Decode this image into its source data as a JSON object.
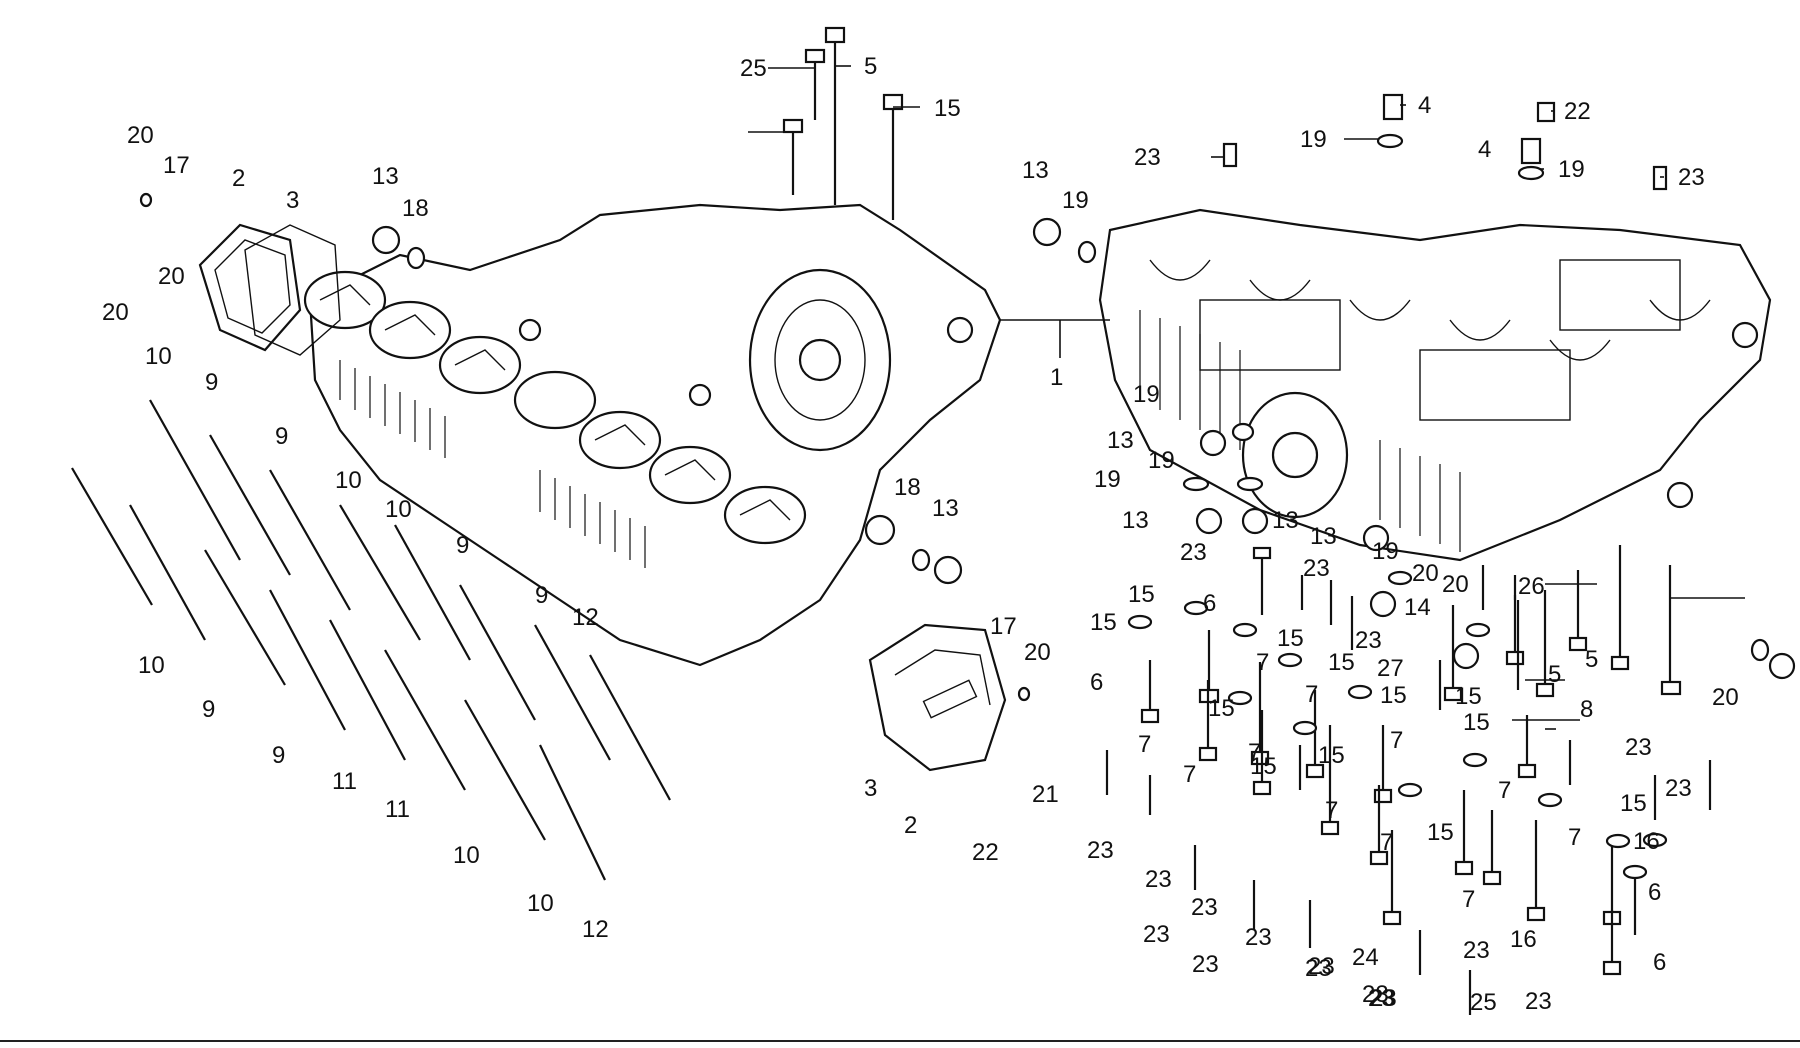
{
  "diagram": {
    "callouts": [
      "1",
      "2",
      "2",
      "3",
      "3",
      "4",
      "4",
      "5",
      "5",
      "5",
      "6",
      "6",
      "6",
      "6",
      "7",
      "7",
      "7",
      "7",
      "7",
      "7",
      "7",
      "7",
      "7",
      "7",
      "7",
      "8",
      "9",
      "9",
      "9",
      "9",
      "9",
      "9",
      "10",
      "10",
      "10",
      "10",
      "10",
      "10",
      "11",
      "11",
      "12",
      "12",
      "13",
      "13",
      "13",
      "13",
      "13",
      "13",
      "13",
      "14",
      "15",
      "15",
      "15",
      "15",
      "15",
      "15",
      "15",
      "15",
      "15",
      "15",
      "15",
      "15",
      "15",
      "16",
      "16",
      "17",
      "17",
      "18",
      "18",
      "19",
      "19",
      "19",
      "19",
      "19",
      "19",
      "19",
      "20",
      "20",
      "20",
      "20",
      "20",
      "20",
      "20",
      "21",
      "22",
      "22",
      "23",
      "23",
      "23",
      "23",
      "23",
      "23",
      "23",
      "23",
      "23",
      "23",
      "23",
      "23",
      "23",
      "23",
      "23",
      "23",
      "23",
      "23",
      "23",
      "23",
      "24",
      "25",
      "25",
      "26",
      "27"
    ]
  },
  "colors": {
    "ink": "#111111",
    "paper": "#ffffff"
  },
  "icons": [
    "crankcase-upper",
    "crankcase-lower",
    "cover",
    "gasket",
    "bolt",
    "stud",
    "washer",
    "plug",
    "dowel-pin",
    "o-ring"
  ]
}
